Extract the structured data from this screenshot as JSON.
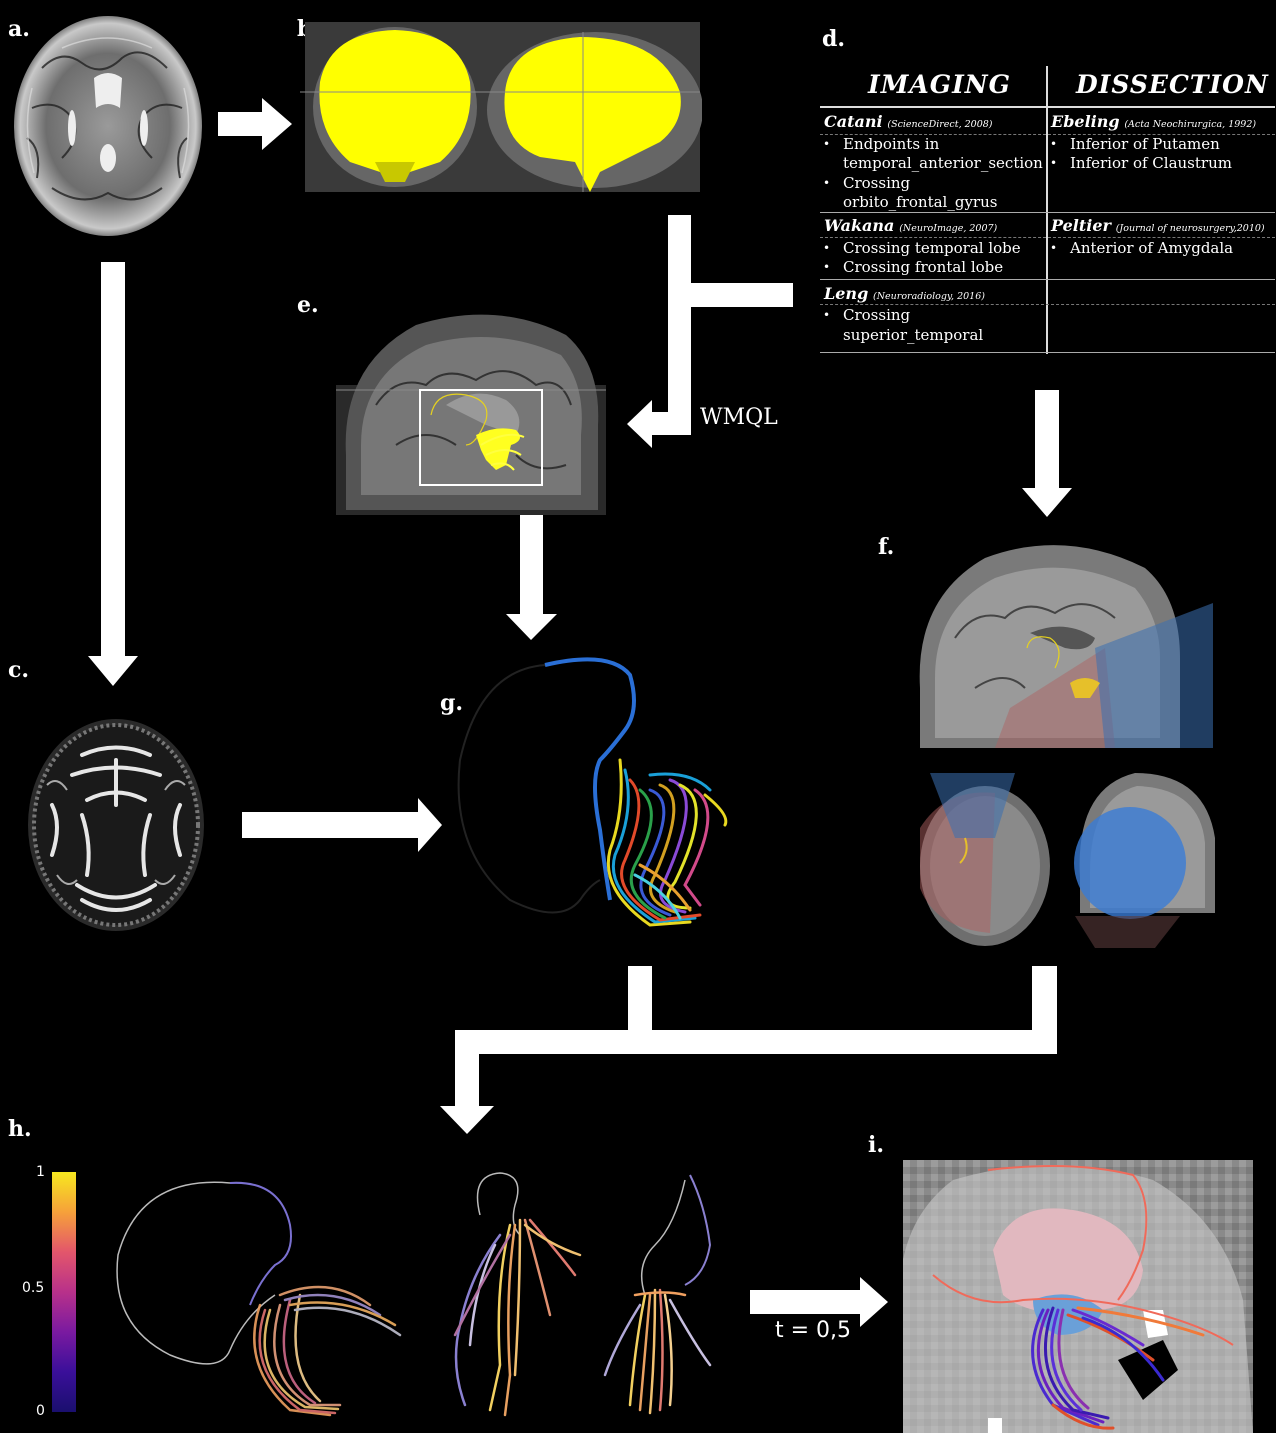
{
  "panels": {
    "a": "a.",
    "b": "b.",
    "c": "c.",
    "d": "d.",
    "e": "e.",
    "f": "f.",
    "g": "g.",
    "h": "h.",
    "i": "i."
  },
  "table": {
    "col_imaging": "IMAGING",
    "col_dissection": "DISSECTION",
    "imaging": [
      {
        "author": "Catani",
        "source": "(ScienceDirect, 2008)",
        "items": [
          "Endpoints in",
          "temporal_anterior_section",
          "Crossing",
          "orbito_frontal_gyrus"
        ]
      },
      {
        "author": "Wakana",
        "source": "(NeuroImage, 2007)",
        "items": [
          "Crossing temporal lobe",
          "Crossing frontal lobe"
        ]
      },
      {
        "author": "Leng",
        "source": "(Neuroradiology, 2016)",
        "items": [
          "Crossing",
          "superior_temporal"
        ]
      }
    ],
    "dissection": [
      {
        "author": "Ebeling",
        "source": "(Acta Neochirurgica, 1992)",
        "items": [
          "Inferior of Putamen",
          "Inferior of Claustrum"
        ]
      },
      {
        "author": "Peltier",
        "source": "(Journal of neurosurgery,2010)",
        "items": [
          "Anterior of Amygdala"
        ]
      }
    ]
  },
  "labels": {
    "wmql": "WMQL",
    "threshold": "t = 0,5"
  },
  "colorbar": {
    "ticks": [
      "1",
      "0.5",
      "0"
    ],
    "colors": [
      "#f7e81f",
      "#f6a13a",
      "#e3566b",
      "#b8318a",
      "#7a1aa0",
      "#3a0f9a",
      "#1a0f6e"
    ]
  }
}
